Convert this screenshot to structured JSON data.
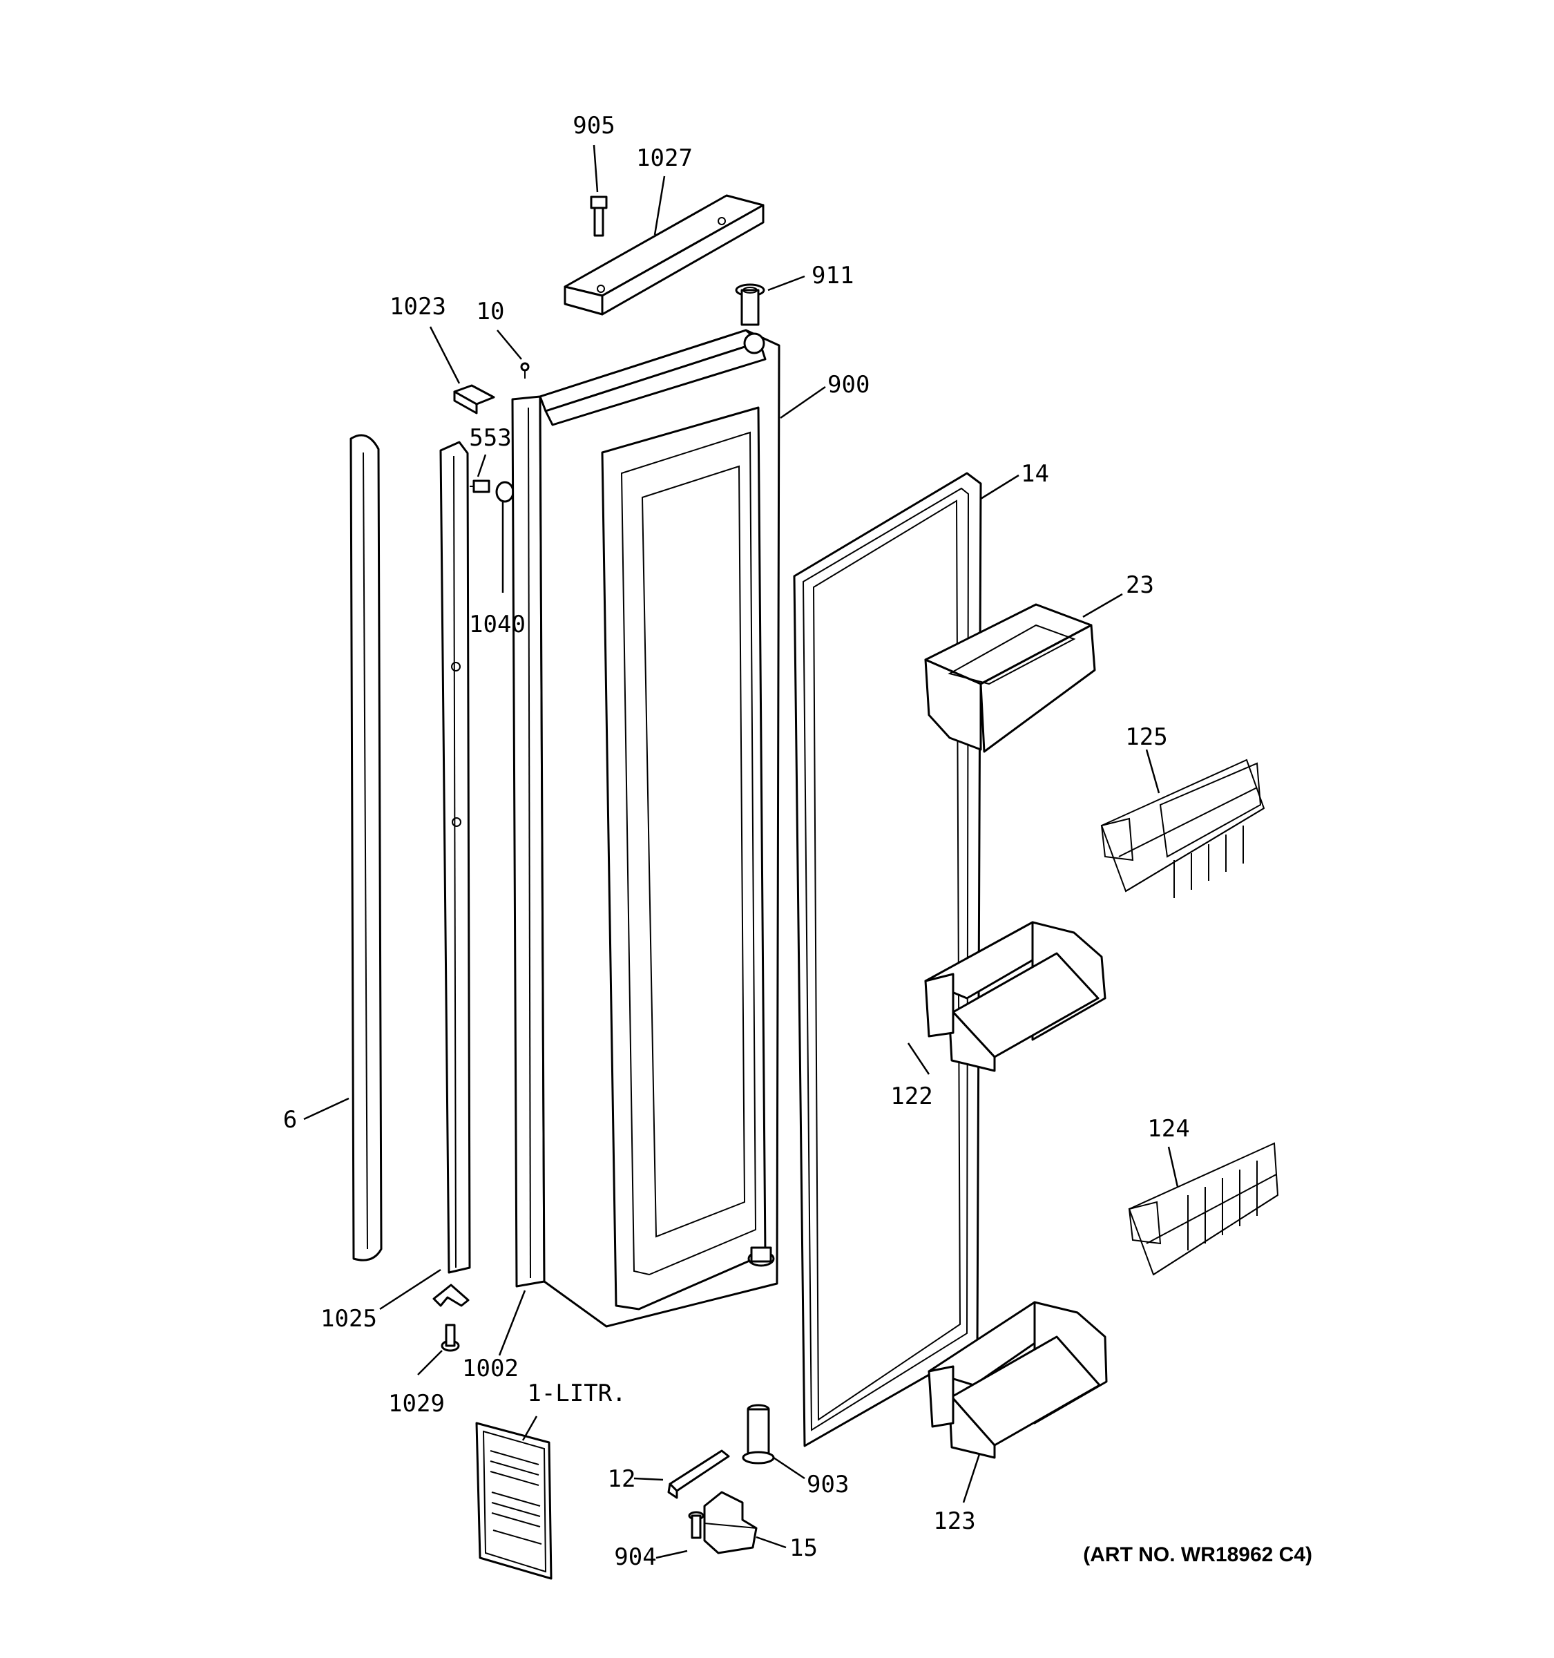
{
  "labels": {
    "p905": "905",
    "p1027": "1027",
    "p911": "911",
    "p1023": "1023",
    "p10": "10",
    "p900": "900",
    "p553": "553",
    "p14": "14",
    "p1040": "1040",
    "p23": "23",
    "p125": "125",
    "p6": "6",
    "p122": "122",
    "p124": "124",
    "p1025": "1025",
    "p1002": "1002",
    "p1029": "1029",
    "p1litr": "1-LITR.",
    "p12": "12",
    "p903": "903",
    "p123": "123",
    "p904": "904",
    "p15": "15"
  },
  "art_number": "(ART NO. WR18962 C4)"
}
